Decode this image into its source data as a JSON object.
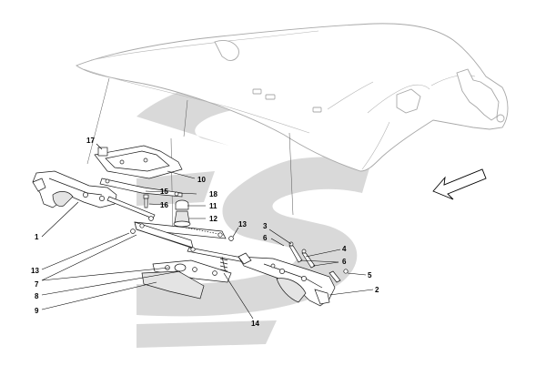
{
  "diagram": {
    "colors": {
      "background": "#ffffff",
      "watermark": "#d9d9d9",
      "line": "#1a1a1a",
      "roof_line": "#a8a8a8"
    },
    "callouts": [
      {
        "id": "c17",
        "label": "17"
      },
      {
        "id": "c10",
        "label": "10"
      },
      {
        "id": "c15",
        "label": "15"
      },
      {
        "id": "c18",
        "label": "18"
      },
      {
        "id": "c16",
        "label": "16"
      },
      {
        "id": "c11",
        "label": "11"
      },
      {
        "id": "c12",
        "label": "12"
      },
      {
        "id": "c13a",
        "label": "13"
      },
      {
        "id": "c1",
        "label": "1"
      },
      {
        "id": "c13b",
        "label": "13"
      },
      {
        "id": "c7",
        "label": "7"
      },
      {
        "id": "c8",
        "label": "8"
      },
      {
        "id": "c9",
        "label": "9"
      },
      {
        "id": "c14",
        "label": "14"
      },
      {
        "id": "c3",
        "label": "3"
      },
      {
        "id": "c6a",
        "label": "6"
      },
      {
        "id": "c4",
        "label": "4"
      },
      {
        "id": "c6b",
        "label": "6"
      },
      {
        "id": "c5",
        "label": "5"
      },
      {
        "id": "c2",
        "label": "2"
      }
    ],
    "direction_arrow_icon": "arrow-outline-icon",
    "watermark_icon": "brand-watermark-icon"
  }
}
